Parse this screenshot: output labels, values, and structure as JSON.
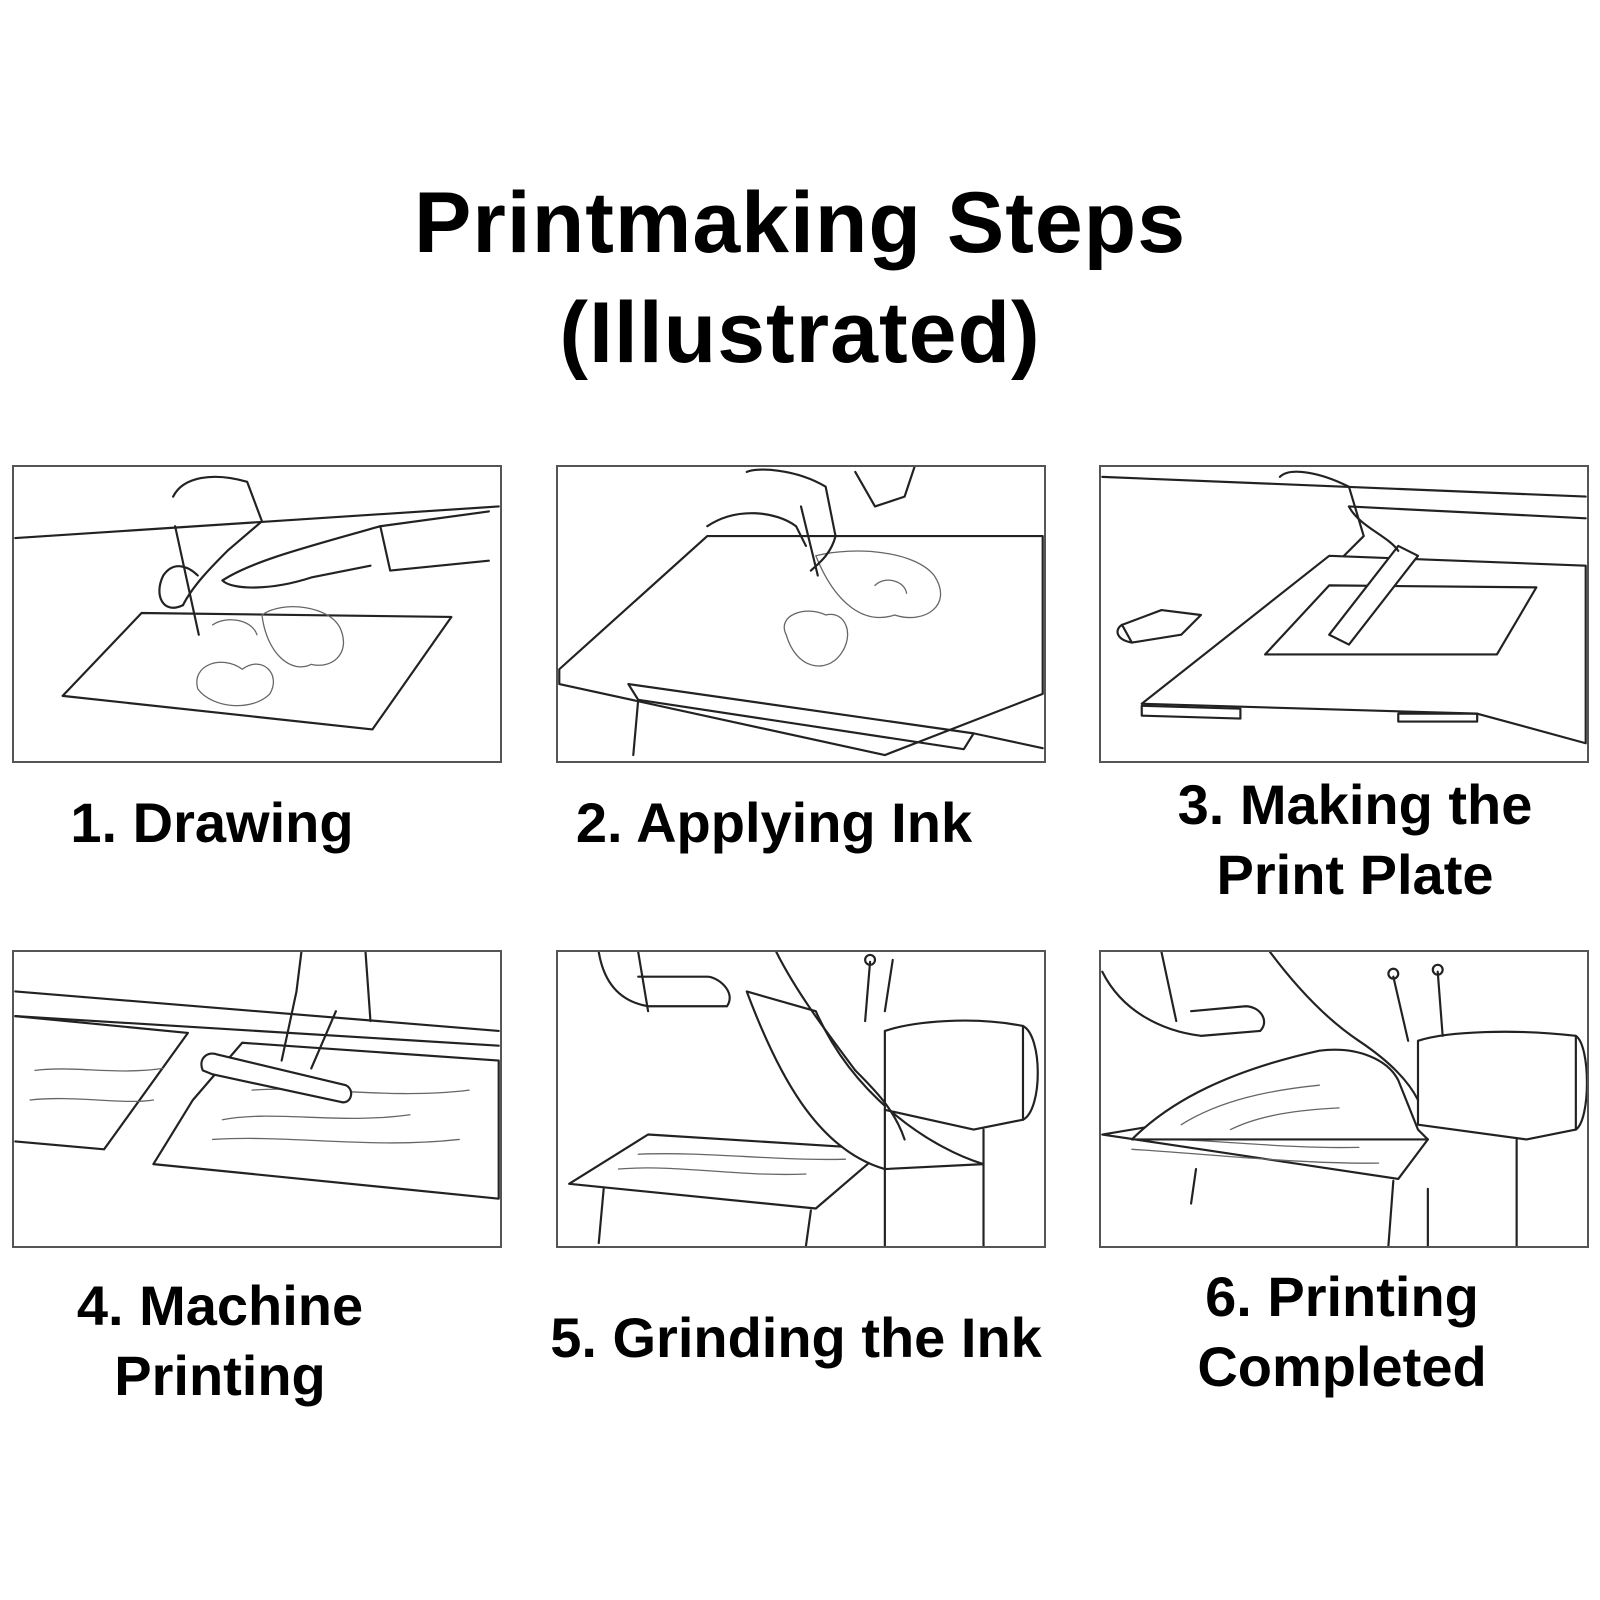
{
  "title": {
    "line1": "Printmaking Steps",
    "line2": "(Illustrated)"
  },
  "steps": [
    {
      "label": "1. Drawing",
      "line2": ""
    },
    {
      "label": "2. Applying Ink",
      "line2": ""
    },
    {
      "label": "3. Making the",
      "line2": "Print Plate"
    },
    {
      "label": "4. Machine",
      "line2": "Printing"
    },
    {
      "label": "5. Grinding the Ink",
      "line2": ""
    },
    {
      "label": "6. Printing",
      "line2": "Completed"
    }
  ]
}
